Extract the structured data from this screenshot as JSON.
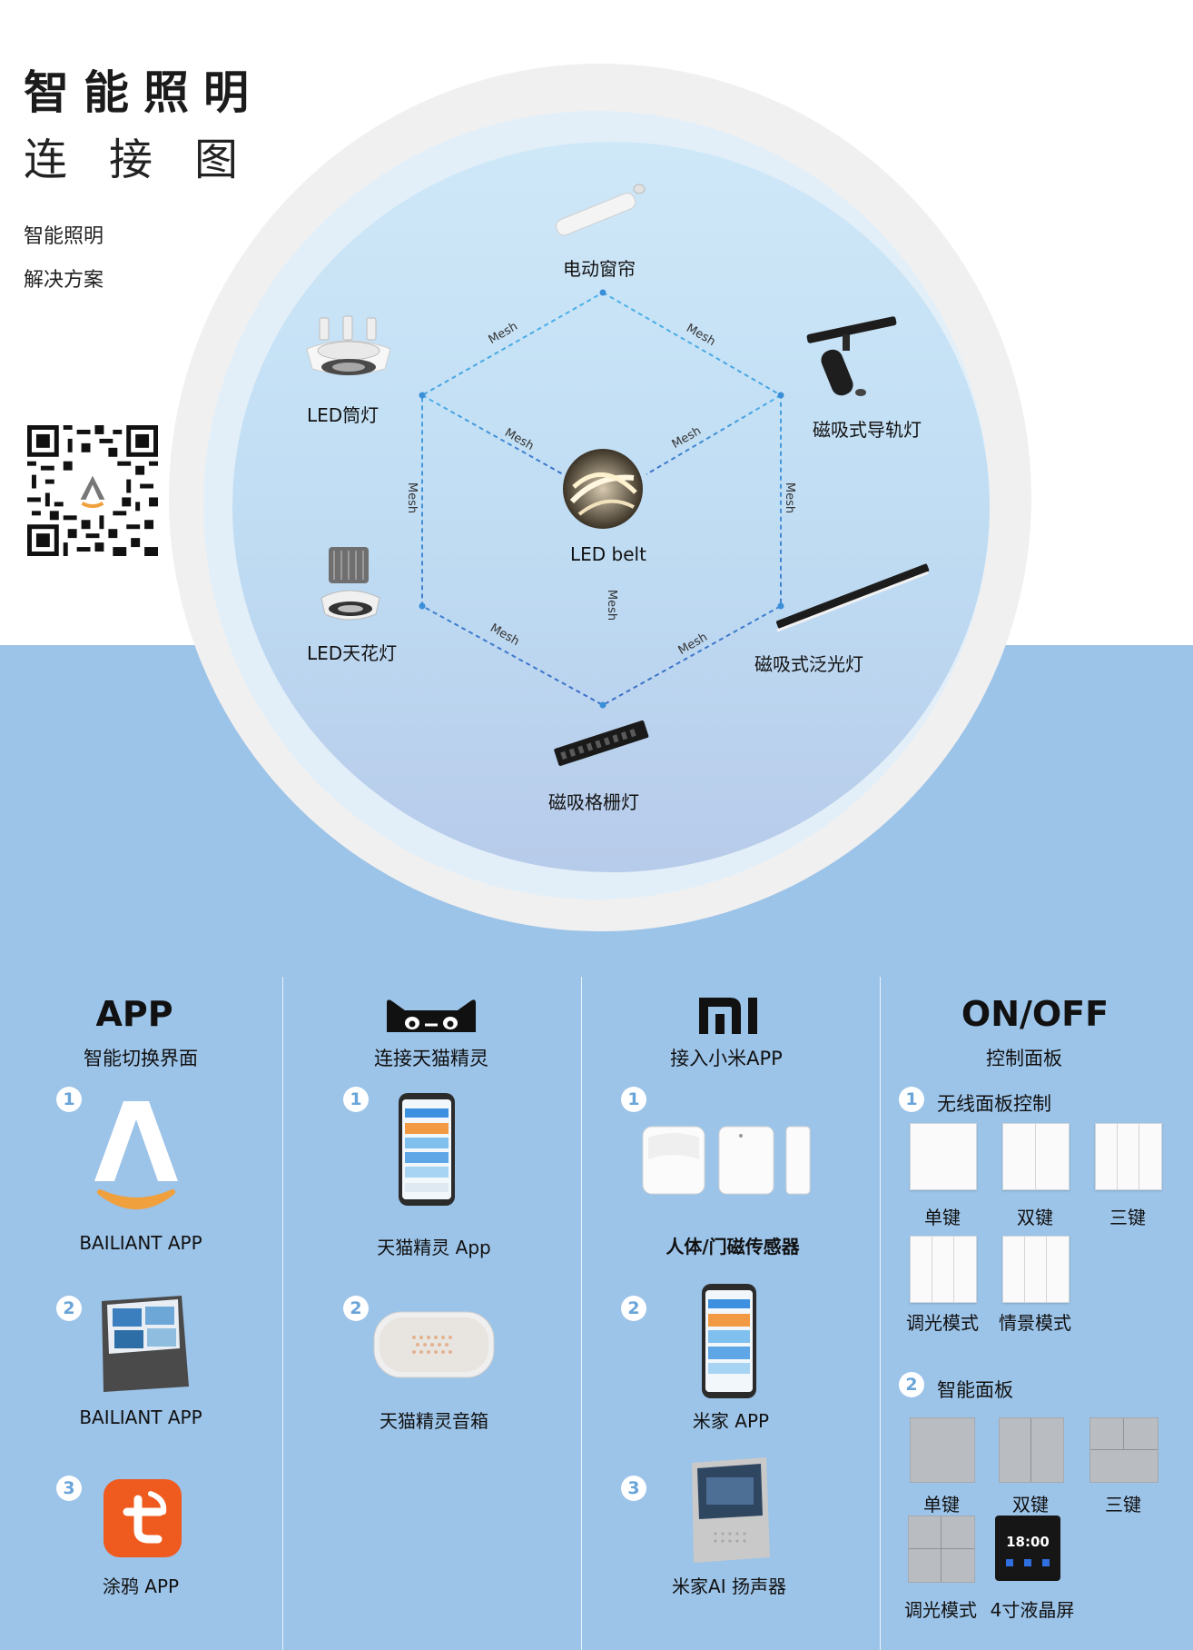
{
  "title": {
    "line1": "智能照明",
    "line2": "连接图"
  },
  "subtitle": {
    "line1": "智能照明",
    "line2": "解决方案"
  },
  "diagram": {
    "link_label": "Mesh",
    "nodes": {
      "top": "电动窗帘",
      "upper_left": "LED筒灯",
      "upper_right": "磁吸式导轨灯",
      "center": "LED belt",
      "lower_left": "LED天花灯",
      "lower_right": "磁吸式泛光灯",
      "bottom": "磁吸格栅灯"
    }
  },
  "columns": {
    "app": {
      "head": "APP",
      "sub": "智能切换界面",
      "items": [
        {
          "num": "1",
          "label": "BAILIANT APP"
        },
        {
          "num": "2",
          "label": "BAILIANT APP"
        },
        {
          "num": "3",
          "label": "涂鸦 APP"
        }
      ]
    },
    "tmall": {
      "sub": "连接天猫精灵",
      "items": [
        {
          "num": "1",
          "label": "天猫精灵 App"
        },
        {
          "num": "2",
          "label": "天猫精灵音箱"
        }
      ]
    },
    "mi": {
      "logo": "mi",
      "sub": "接入小米APP",
      "items": [
        {
          "num": "1",
          "label": "人体/门磁传感器"
        },
        {
          "num": "2",
          "label": "米家 APP"
        },
        {
          "num": "3",
          "label": "米家AI 扬声器"
        }
      ]
    },
    "onoff": {
      "head": "ON/OFF",
      "sub": "控制面板",
      "groups": [
        {
          "num": "1",
          "title": "无线面板控制",
          "labels": [
            "单键",
            "双键",
            "三键",
            "调光模式",
            "情景模式"
          ]
        },
        {
          "num": "2",
          "title": "智能面板",
          "labels": [
            "单键",
            "双键",
            "三键",
            "调光模式",
            "4寸液晶屏"
          ]
        }
      ],
      "screen_time": "18:00"
    }
  }
}
